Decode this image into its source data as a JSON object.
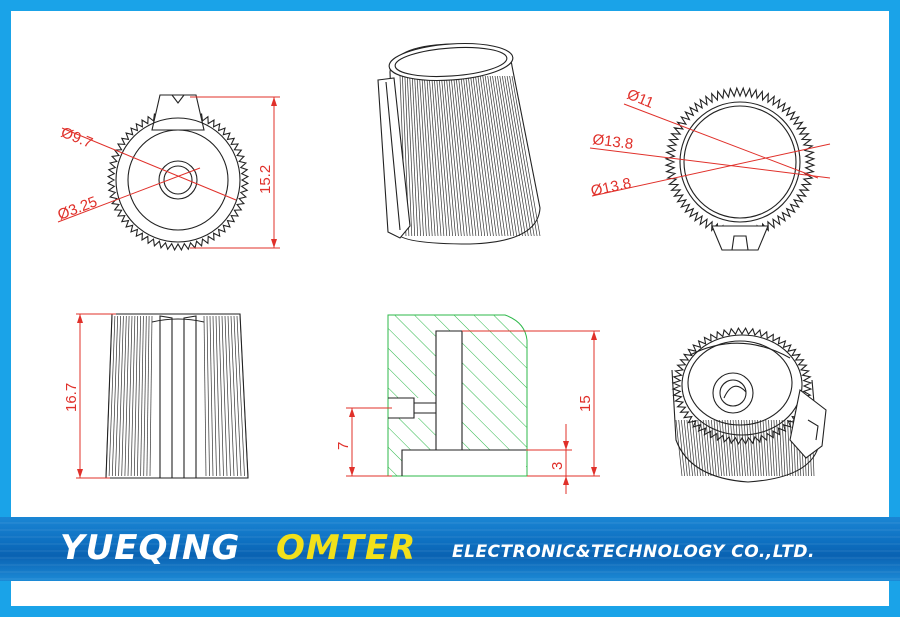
{
  "dimensions": {
    "top_left": [
      "Ø9.7",
      "Ø3.25",
      "15.2"
    ],
    "top_right": [
      "Ø11",
      "Ø13.8",
      "Ø13.8"
    ],
    "bottom_left": [
      "16.7"
    ],
    "bottom_center": [
      "15",
      "7",
      "3"
    ]
  },
  "banner": {
    "brand_white": "YUEQING",
    "brand_yellow": "OMTER",
    "company": "ELECTRONIC&TECHNOLOGY  CO.,LTD."
  },
  "colors": {
    "frame": "#1aa3e8",
    "dimension": "#e0302a",
    "hatch": "#2db84a",
    "brand_yellow": "#f2e01a"
  }
}
